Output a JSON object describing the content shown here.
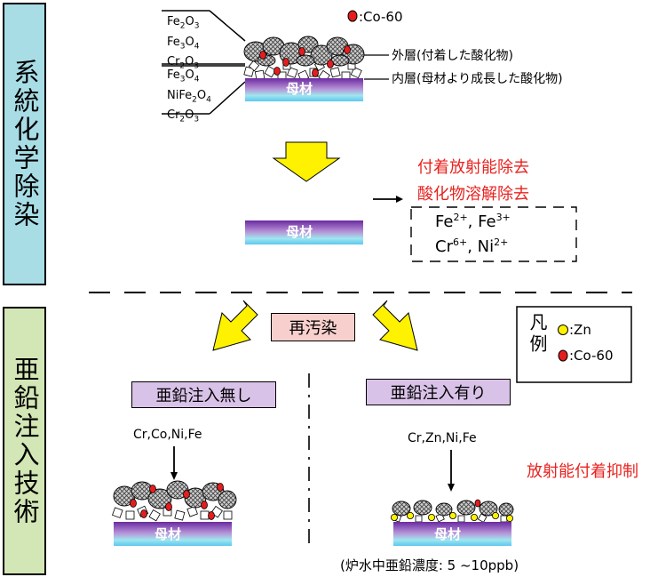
{
  "side_labels": {
    "system_decon": "系統化学除染",
    "zinc_injection": "亜鉛注入技術"
  },
  "top_section": {
    "legend_co60": ":Co-60",
    "outer_oxides": [
      "Fe",
      "2",
      "O",
      "3",
      "Fe",
      "3",
      "O",
      "4",
      "Cr",
      "2",
      "O",
      "3"
    ],
    "outer_oxide_labels": [
      "Fe2O3",
      "Fe3O4",
      "Cr2O3"
    ],
    "inner_oxide_labels": [
      "Fe3O4",
      "NiFe2O4",
      "Cr2O3"
    ],
    "outer_layer": "外層(付着した酸化物)",
    "inner_layer": "内層(母材より成長した酸化物)",
    "base_metal": "母材",
    "removal_1": "付着放射能除去",
    "removal_2": "酸化物溶解除去",
    "ion_line_1_a": "Fe",
    "ion_line_1_a_sup": "2+",
    "ion_line_1_b": ", Fe",
    "ion_line_1_b_sup": "3+",
    "ion_line_2_a": "Cr",
    "ion_line_2_a_sup": "6+",
    "ion_line_2_b": ", Ni",
    "ion_line_2_b_sup": "2+"
  },
  "bottom_section": {
    "recontamination": "再汚染",
    "legend_title": "凡例",
    "legend_zn": ":Zn",
    "legend_co60": ":Co-60",
    "no_zinc": "亜鉛注入無し",
    "with_zinc": "亜鉛注入有り",
    "elements_no_zinc": "Cr,Co,Ni,Fe",
    "elements_with_zinc": "Cr,Zn,Ni,Fe",
    "suppression": "放射能付着抑制",
    "base_metal_left": "母材",
    "base_metal_right": "母材",
    "concentration": "(炉水中亜鉛濃度: 5 ~10ppb)"
  },
  "colors": {
    "cyan_panel": "#a8dde6",
    "green_panel": "#d3e6b5",
    "yellow_arrow": "#fff200",
    "purple_box": "#d9c2e8",
    "red_text": "#e8231f",
    "pink_box": "#f7d0cd"
  }
}
